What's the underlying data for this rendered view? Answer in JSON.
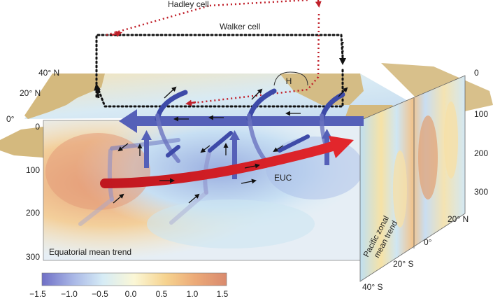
{
  "circulation": {
    "hadley_label": "Hadley cell",
    "walker_label": "Walker cell",
    "high_pressure_label": "H",
    "undercurrent_label": "EUC"
  },
  "front_panel": {
    "title": "Equatorial mean trend",
    "lat_ticks": [
      "40° N",
      "20° N",
      "0°"
    ],
    "depth_ticks": [
      "0",
      "100",
      "200",
      "300"
    ]
  },
  "side_panel": {
    "title_line1": "Pacific zonal",
    "title_line2": "mean trend",
    "depth_ticks": [
      "0",
      "100",
      "200",
      "300"
    ],
    "lat_ticks": [
      "20° N",
      "0°",
      "20° S",
      "40° S"
    ]
  },
  "colorbar": {
    "ticks": [
      "−1.5",
      "−1.0",
      "−0.5",
      "0.0",
      "0.5",
      "1.0",
      "1.5"
    ],
    "min": -1.5,
    "max": 1.5,
    "colors": [
      "#6f6fc6",
      "#a9b7e6",
      "#d6ecf6",
      "#fbf7d6",
      "#f6d38f",
      "#ecaa78",
      "#d98a6e"
    ]
  },
  "colors": {
    "surface_current": "#5560b8",
    "undercurrent": "#d8202a",
    "hadley": "#c0202a",
    "walker": "#111111",
    "land": "#d4b97e"
  }
}
